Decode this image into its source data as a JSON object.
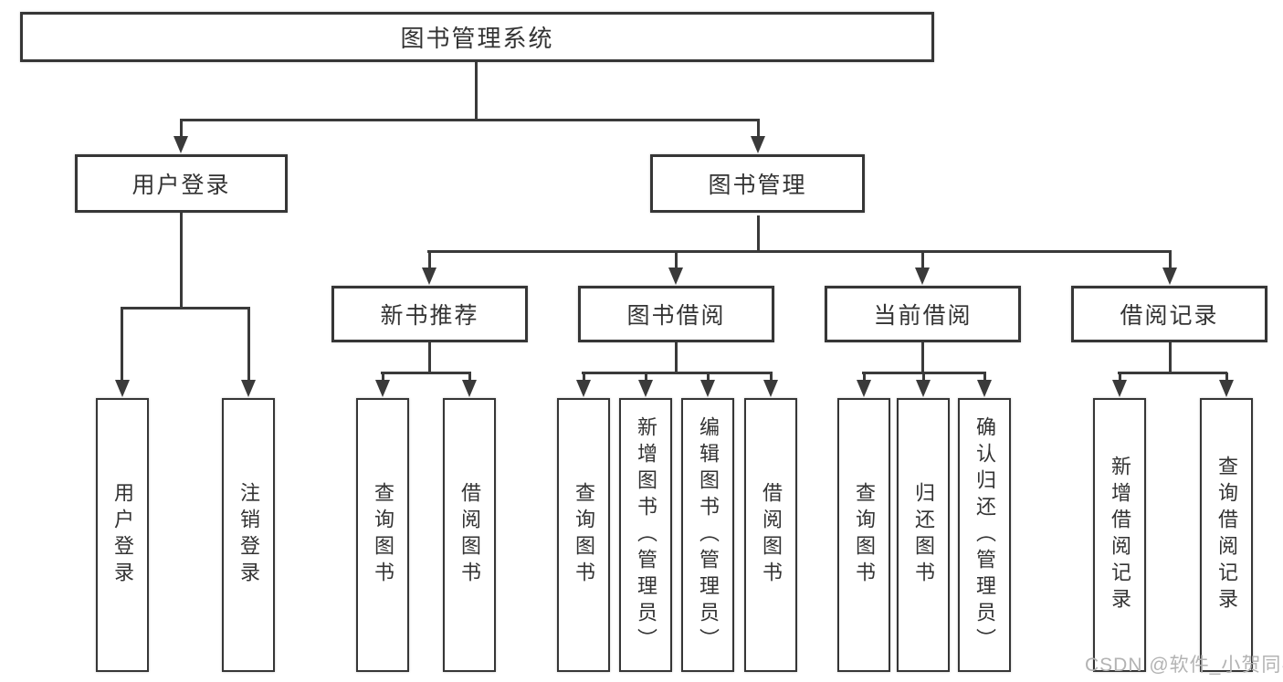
{
  "diagram": {
    "root": {
      "label": "图书管理系统"
    },
    "branches": [
      {
        "label": "用户登录",
        "children": [
          {
            "label": "用户登录"
          },
          {
            "label": "注销登录"
          }
        ]
      },
      {
        "label": "图书管理",
        "sections": [
          {
            "label": "新书推荐",
            "children": [
              {
                "label": "查询图书"
              },
              {
                "label": "借阅图书"
              }
            ]
          },
          {
            "label": "图书借阅",
            "children": [
              {
                "label": "查询图书"
              },
              {
                "label": "新增图书（管理员）"
              },
              {
                "label": "编辑图书（管理员）"
              },
              {
                "label": "借阅图书"
              }
            ]
          },
          {
            "label": "当前借阅",
            "children": [
              {
                "label": "查询图书"
              },
              {
                "label": "归还图书"
              },
              {
                "label": "确认归还（管理员）"
              }
            ]
          },
          {
            "label": "借阅记录",
            "children": [
              {
                "label": "新增借阅记录"
              },
              {
                "label": "查询借阅记录"
              }
            ]
          }
        ]
      }
    ]
  },
  "watermark": {
    "text": "CSDN @软件_小贺同学"
  },
  "colors": {
    "line": "#3a3a3a",
    "border": "#363636",
    "text": "#333333",
    "background": "#ffffff",
    "watermark": "#b3b3b3"
  }
}
